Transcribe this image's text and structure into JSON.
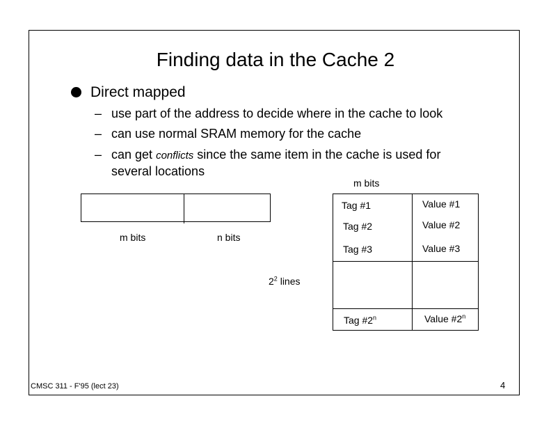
{
  "slide": {
    "title": "Finding data in the Cache 2",
    "bullet": "Direct mapped",
    "sub_items": [
      "use part of the address to decide where in the cache to look",
      "can use normal SRAM memory for the cache"
    ],
    "sub_item_3": {
      "before": "can get",
      "emphasis": "conflicts",
      "after": "since the same item in the cache is used for",
      "continuation": "several locations"
    }
  },
  "address": {
    "m_label": "m bits",
    "n_label": "n bits"
  },
  "cache_table": {
    "width_label": "m bits",
    "lines_base": "2",
    "lines_exp": "2",
    "lines_suffix": " lines",
    "rows": [
      {
        "tag": "Tag #1",
        "value": "Value #1"
      },
      {
        "tag": "Tag #2",
        "value": "Value #2"
      },
      {
        "tag": "Tag #3",
        "value": "Value #3"
      }
    ],
    "last_row": {
      "tag_base": "Tag #2",
      "tag_exp": "n",
      "value_base": "Value #2",
      "value_exp": "n"
    }
  },
  "footer": {
    "course": "CMSC 311 - F'95 (lect 23)",
    "page": "4"
  }
}
